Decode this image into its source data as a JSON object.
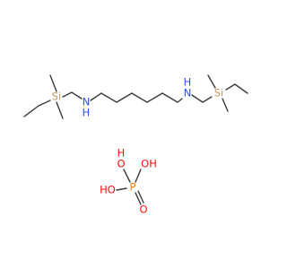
{
  "molecule": {
    "atoms": {
      "si_left": "Si",
      "n_left": "N",
      "h_left": "H",
      "n_right": "N",
      "h_right": "H",
      "si_right": "Si",
      "p": "P",
      "o_top1": "O",
      "h_top1": "H",
      "o_top2": "OH",
      "o_left": "HO",
      "o_bottom": "O"
    },
    "colors": {
      "bond": "#3a3a3a",
      "silicon": "#c39a63",
      "nitrogen": "#3050f8",
      "phosphorus": "#ff8000",
      "oxygen": "#ff0d0d"
    }
  }
}
